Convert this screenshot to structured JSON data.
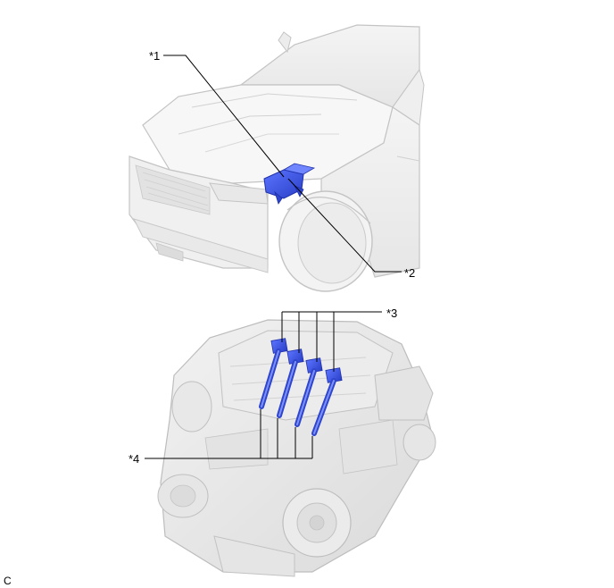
{
  "callouts": {
    "c1": "*1",
    "c2": "*2",
    "c3": "*3",
    "c4": "*4"
  },
  "figure_code": "C",
  "colors": {
    "highlight_part": "#3a55e0",
    "highlight_dark": "#1f30a8",
    "line_art": "#bdbdbd",
    "leader_line": "#000000"
  }
}
